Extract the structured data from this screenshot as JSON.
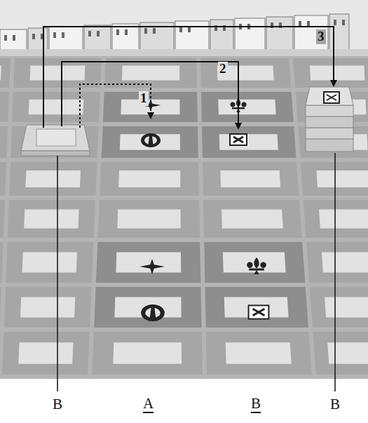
{
  "diagram": {
    "labels": [
      "1",
      "2",
      "3",
      "B",
      "A",
      "B",
      "B"
    ]
  }
}
